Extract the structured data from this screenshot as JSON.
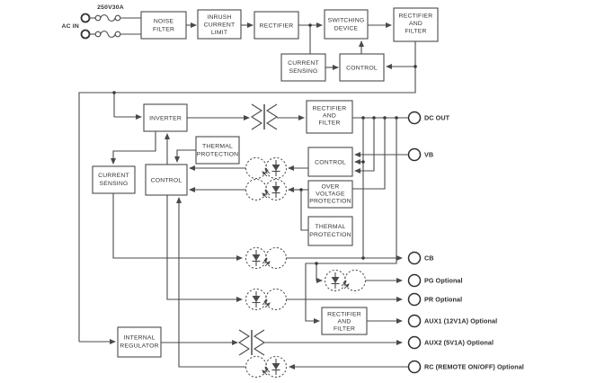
{
  "labels": {
    "ac_in": "AC IN",
    "fuse_rating": "250V30A"
  },
  "blocks": {
    "noise_filter": {
      "lines": [
        "NOISE",
        "FILTER"
      ]
    },
    "inrush_current_limit": {
      "lines": [
        "INRUSH",
        "CURRENT",
        "LIMIT"
      ]
    },
    "rectifier_input": {
      "lines": [
        "RECTIFIER"
      ]
    },
    "switching_device": {
      "lines": [
        "SWITCHING",
        "DEVICE"
      ]
    },
    "rectifier_filter_primary": {
      "lines": [
        "RECTIFIER",
        "AND",
        "FILTER"
      ]
    },
    "current_sensing_primary": {
      "lines": [
        "CURRENT",
        "SENSING"
      ]
    },
    "control_primary": {
      "lines": [
        "CONTROL"
      ]
    },
    "inverter": {
      "lines": [
        "INVERTER"
      ]
    },
    "thermal_protection_primary": {
      "lines": [
        "THERMAL",
        "PROTECTION"
      ]
    },
    "current_sensing_secondary": {
      "lines": [
        "CURRENT",
        "SENSING"
      ]
    },
    "control_feedback": {
      "lines": [
        "CONTROL"
      ]
    },
    "rectifier_filter_main": {
      "lines": [
        "RECTIFIER",
        "AND",
        "FILTER"
      ]
    },
    "control_secondary": {
      "lines": [
        "CONTROL"
      ]
    },
    "over_voltage_protection": {
      "lines": [
        "OVER",
        "VOLTAGE",
        "PROTECTION"
      ]
    },
    "thermal_protection_secondary": {
      "lines": [
        "THERMAL",
        "PROTECTION"
      ]
    },
    "internal_regulator": {
      "lines": [
        "INTERNAL",
        "REGULATOR"
      ]
    },
    "rectifier_filter_aux": {
      "lines": [
        "RECTIFIER",
        "AND",
        "FILTER"
      ]
    }
  },
  "terminals": [
    {
      "id": "dc-out",
      "label": "DC OUT"
    },
    {
      "id": "vb",
      "label": "VB"
    },
    {
      "id": "cb",
      "label": "CB"
    },
    {
      "id": "pg",
      "label": "PG Optional"
    },
    {
      "id": "pr",
      "label": "PR Optional"
    },
    {
      "id": "aux1",
      "label": "AUX1 (12V1A) Optional"
    },
    {
      "id": "aux2",
      "label": "AUX2 (5V1A) Optional"
    },
    {
      "id": "rc",
      "label": "RC (REMOTE ON/OFF) Optional"
    }
  ],
  "colors": {
    "line": "#4a4a4a",
    "text": "#333333",
    "terminal_text": "#2e2e2e",
    "background": "#ffffff"
  }
}
